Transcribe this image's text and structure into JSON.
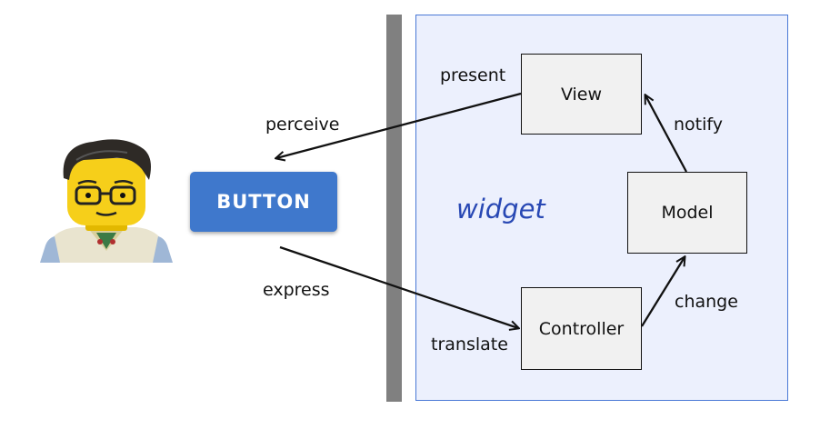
{
  "user_button": {
    "label": "BUTTON"
  },
  "widget": {
    "title": "widget",
    "boxes": {
      "view": "View",
      "model": "Model",
      "controller": "Controller"
    }
  },
  "edge_labels": {
    "perceive": "perceive",
    "present": "present",
    "notify": "notify",
    "express": "express",
    "translate": "translate",
    "change": "change"
  },
  "colors": {
    "panel_fill": "#ecf0fd",
    "panel_border": "#4a79d6",
    "button": "#3f78cc",
    "widget_text": "#2848b4",
    "wall": "#808080"
  },
  "icons": {
    "user": "lego-figure-icon"
  }
}
